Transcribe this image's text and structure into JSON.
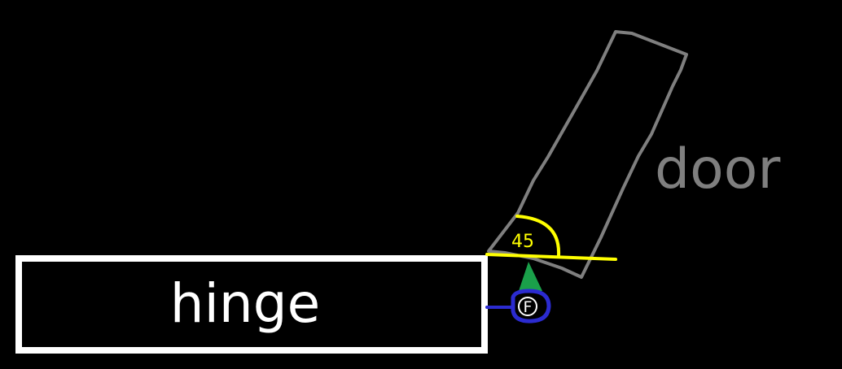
{
  "labels": {
    "hinge": "hinge",
    "door": "door",
    "angle": "45",
    "force": "F"
  },
  "colors": {
    "background": "#000000",
    "hinge_outline": "#ffffff",
    "door_outline": "#7f7f7f",
    "angle_mark": "#ffff00",
    "support_triangle": "#1aa04a",
    "force_mark": "#2b2bd0"
  }
}
